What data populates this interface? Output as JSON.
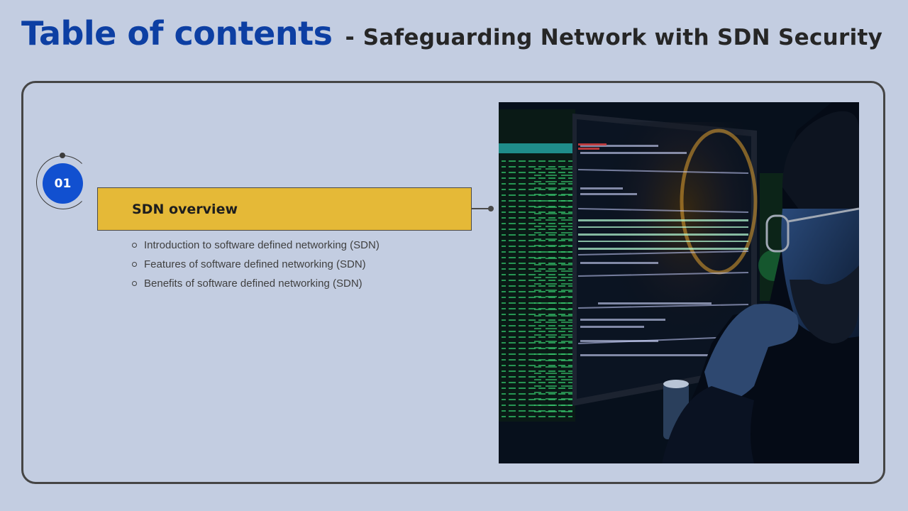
{
  "header": {
    "title": "Table of contents",
    "separator": "-",
    "subtitle": "Safeguarding Network with SDN Security"
  },
  "section": {
    "number": "01",
    "title": "SDN overview",
    "items": [
      "Introduction  to software defined networking (SDN)",
      "Features of software defined networking (SDN)",
      "Benefits of software defined networking (SDN)"
    ]
  },
  "colors": {
    "background": "#c3cde1",
    "title_blue": "#0d3fa3",
    "number_circle": "#1150d0",
    "section_bar": "#e5b937",
    "frame_border": "#454545"
  },
  "image": {
    "icon": "hacker-at-monitor-photo"
  }
}
